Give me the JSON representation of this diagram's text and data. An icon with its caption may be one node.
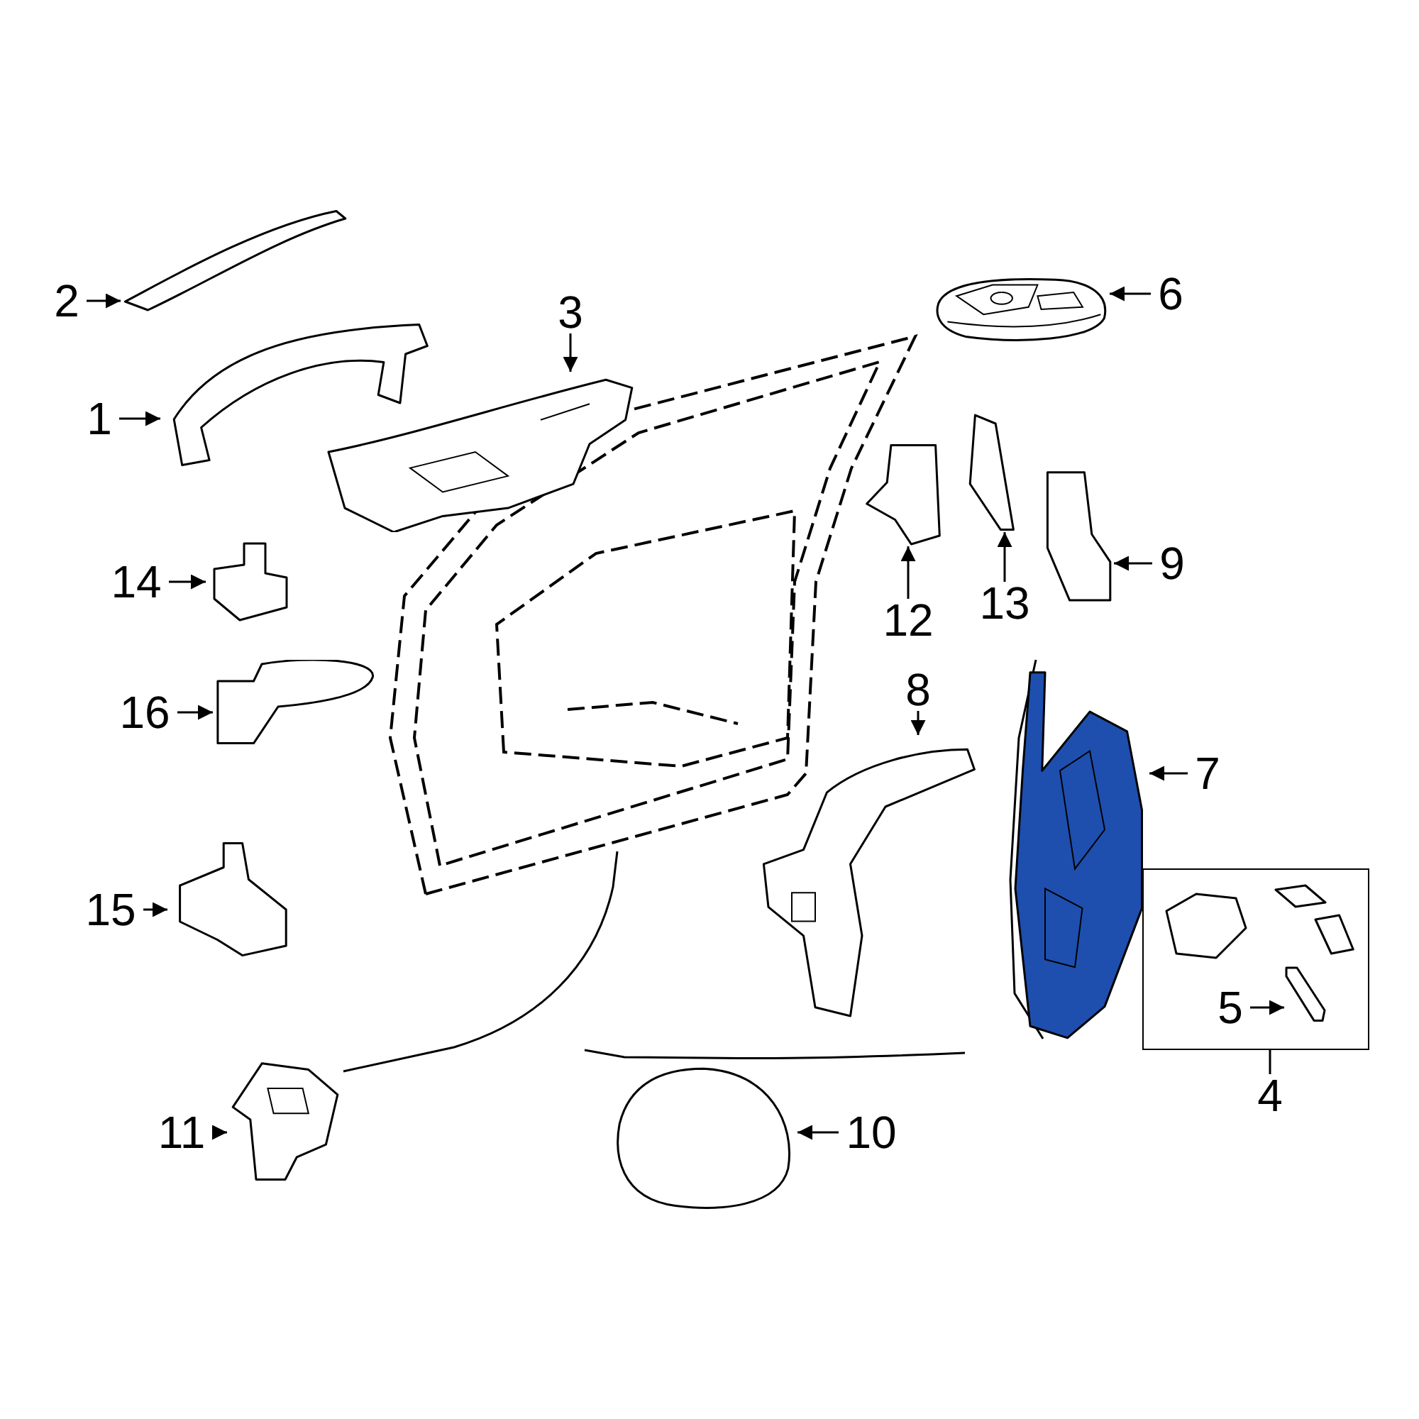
{
  "diagram": {
    "nodes": [
      {
        "text": [
          "2"
        ]
      },
      {
        "text": [],
        "shape": "picture"
      },
      {
        "text": [
          "1"
        ]
      },
      {
        "text": [],
        "shape": "picture"
      },
      {
        "text": [
          "3"
        ]
      },
      {
        "text": [],
        "shape": "picture"
      },
      {
        "text": [
          "6"
        ]
      },
      {
        "text": [],
        "shape": "picture"
      },
      {
        "text": [
          "14"
        ]
      },
      {
        "text": [],
        "shape": "picture"
      },
      {
        "text": [],
        "shape": "picture"
      },
      {
        "text": [
          "12"
        ]
      },
      {
        "text": [],
        "shape": "picture"
      },
      {
        "text": [
          "13"
        ]
      },
      {
        "text": [],
        "shape": "picture"
      },
      {
        "text": [
          "9"
        ]
      },
      {
        "text": [
          "16"
        ]
      },
      {
        "text": [],
        "shape": "picture"
      },
      {
        "text": [
          "8"
        ]
      },
      {
        "text": [],
        "shape": "picture"
      },
      {
        "text": [],
        "shape": "picture"
      },
      {
        "text": [
          "7"
        ]
      },
      {
        "text": [
          "15"
        ]
      },
      {
        "text": [],
        "shape": "picture"
      },
      {
        "text": [],
        "shape": "box"
      },
      {
        "text": [],
        "shape": "picture",
        "in": 24
      },
      {
        "text": [
          "5"
        ],
        "in": 24
      },
      {
        "text": [],
        "shape": "picture",
        "in": 24
      },
      {
        "text": [
          "4"
        ]
      },
      {
        "text": [
          "11"
        ]
      },
      {
        "text": [],
        "shape": "picture"
      },
      {
        "text": [],
        "shape": "picture"
      },
      {
        "text": [
          "10"
        ]
      }
    ],
    "edges": [
      {
        "from": 0,
        "to": 1,
        "arrow": "to"
      },
      {
        "from": 2,
        "to": 3,
        "arrow": "to"
      },
      {
        "from": 4,
        "to": 5,
        "arrow": "to"
      },
      {
        "from": 6,
        "to": 7,
        "arrow": "to"
      },
      {
        "from": 8,
        "to": 9,
        "arrow": "to"
      },
      {
        "from": 11,
        "to": 10,
        "arrow": "to"
      },
      {
        "from": 13,
        "to": 12,
        "arrow": "to"
      },
      {
        "from": 15,
        "to": 14,
        "arrow": "to"
      },
      {
        "from": 16,
        "to": 17,
        "arrow": "to"
      },
      {
        "from": 18,
        "to": 19,
        "arrow": "to"
      },
      {
        "from": 21,
        "to": 20,
        "arrow": "to"
      },
      {
        "from": 22,
        "to": 23,
        "arrow": "to"
      },
      {
        "from": 26,
        "to": 27,
        "arrow": "to"
      },
      {
        "from": 28,
        "to": 24,
        "arrow": "none"
      },
      {
        "from": 29,
        "to": 30,
        "arrow": "to"
      },
      {
        "from": 32,
        "to": 31,
        "arrow": "to"
      }
    ]
  }
}
